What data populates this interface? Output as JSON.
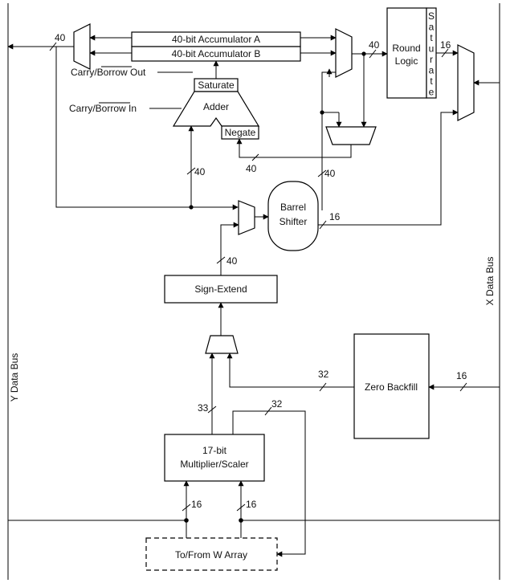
{
  "blocks": {
    "acc_a": "40-bit Accumulator A",
    "acc_b": "40-bit Accumulator B",
    "round_logic_1": "Round",
    "round_logic_2": "Logic",
    "saturate_vertical": [
      "S",
      "a",
      "t",
      "u",
      "r",
      "a",
      "t",
      "e"
    ],
    "saturate": "Saturate",
    "adder": "Adder",
    "negate": "Negate",
    "barrel_1": "Barrel",
    "barrel_2": "Shifter",
    "sign_extend": "Sign-Extend",
    "zero_backfill": "Zero Backfill",
    "multiplier_1": "17-bit",
    "multiplier_2": "Multiplier/Scaler",
    "w_array": "To/From W Array"
  },
  "signals": {
    "carry_out_prefix": "Carry/",
    "carry_out_over": "Borrow",
    "carry_out_suffix": " Out",
    "carry_in_prefix": "Carry/",
    "carry_in_over": "Borrow",
    "carry_in_suffix": " In"
  },
  "buses": {
    "y_bus": "Y Data Bus",
    "x_bus": "X Data Bus"
  },
  "widths": {
    "w40_left_mux": "40",
    "w40_round": "40",
    "w16_saturate": "16",
    "w40_adder_feed": "40",
    "w40_bottom_mux": "40",
    "w40_barrel_up": "40",
    "w16_barrel_out": "16",
    "w40_sign_extend": "40",
    "w32_zero_backfill": "32",
    "w16_x_bus": "16",
    "w33_mult": "33",
    "w32_mult": "32",
    "w16_w_left": "16",
    "w16_w_right": "16"
  }
}
